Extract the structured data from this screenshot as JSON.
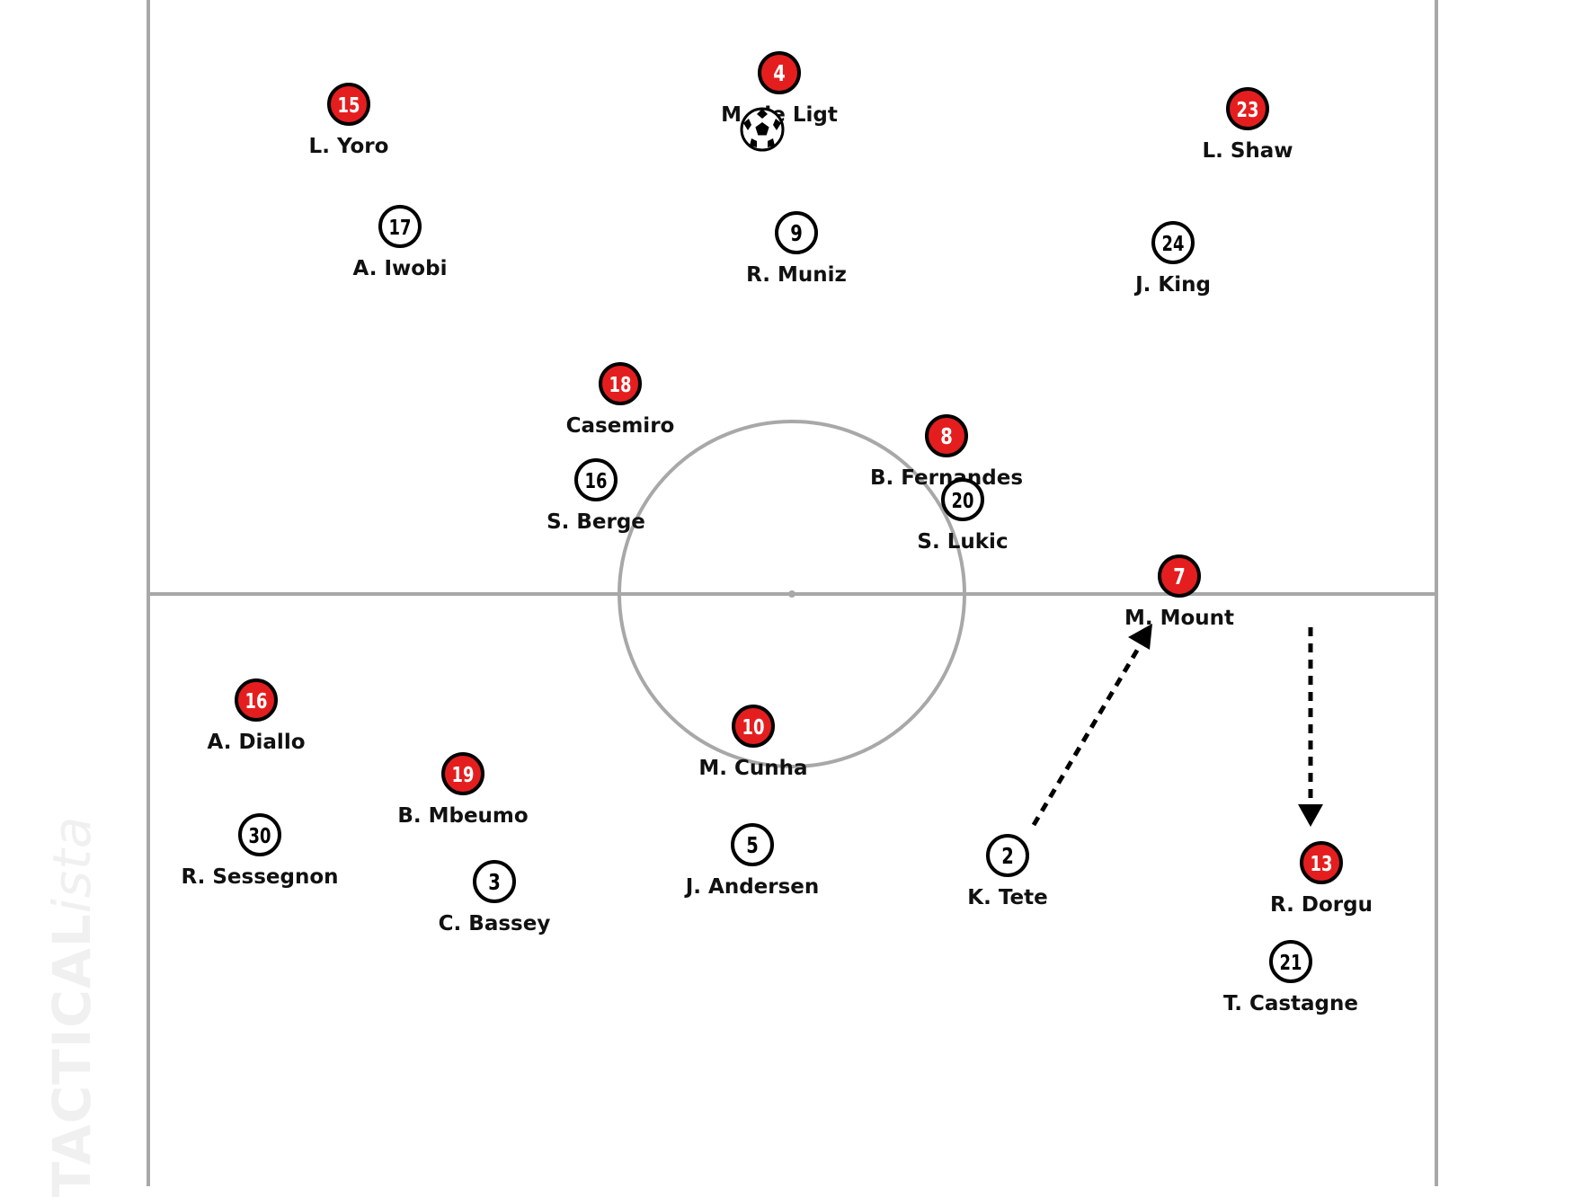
{
  "watermark": {
    "main": "TACTICAL",
    "suffix": "ista"
  },
  "colors": {
    "home": "#e41e1e",
    "away": "#ffffff",
    "line": "#a8a8a8"
  },
  "ball_icon": "soccer-ball-icon",
  "players": [
    {
      "id": "home-4",
      "team": "home",
      "number": "4",
      "name": "M. de Ligt"
    },
    {
      "id": "home-15",
      "team": "home",
      "number": "15",
      "name": "L. Yoro"
    },
    {
      "id": "home-23",
      "team": "home",
      "number": "23",
      "name": "L. Shaw"
    },
    {
      "id": "away-17",
      "team": "away",
      "number": "17",
      "name": "A. Iwobi"
    },
    {
      "id": "away-9",
      "team": "away",
      "number": "9",
      "name": "R. Muniz"
    },
    {
      "id": "away-24",
      "team": "away",
      "number": "24",
      "name": "J. King"
    },
    {
      "id": "home-18",
      "team": "home",
      "number": "18",
      "name": "Casemiro"
    },
    {
      "id": "home-8",
      "team": "home",
      "number": "8",
      "name": "B. Fernandes"
    },
    {
      "id": "away-16",
      "team": "away",
      "number": "16",
      "name": "S. Berge"
    },
    {
      "id": "away-20",
      "team": "away",
      "number": "20",
      "name": "S. Lukic"
    },
    {
      "id": "home-7",
      "team": "home",
      "number": "7",
      "name": "M. Mount"
    },
    {
      "id": "home-16",
      "team": "home",
      "number": "16",
      "name": "A. Diallo"
    },
    {
      "id": "home-10",
      "team": "home",
      "number": "10",
      "name": "M. Cunha"
    },
    {
      "id": "home-19",
      "team": "home",
      "number": "19",
      "name": "B. Mbeumo"
    },
    {
      "id": "away-30",
      "team": "away",
      "number": "30",
      "name": "R. Sessegnon"
    },
    {
      "id": "away-5",
      "team": "away",
      "number": "5",
      "name": "J. Andersen"
    },
    {
      "id": "away-2",
      "team": "away",
      "number": "2",
      "name": "K. Tete"
    },
    {
      "id": "away-3",
      "team": "away",
      "number": "3",
      "name": "C. Bassey"
    },
    {
      "id": "home-13",
      "team": "home",
      "number": "13",
      "name": "R. Dorgu"
    },
    {
      "id": "away-21",
      "team": "away",
      "number": "21",
      "name": "T. Castagne"
    }
  ]
}
